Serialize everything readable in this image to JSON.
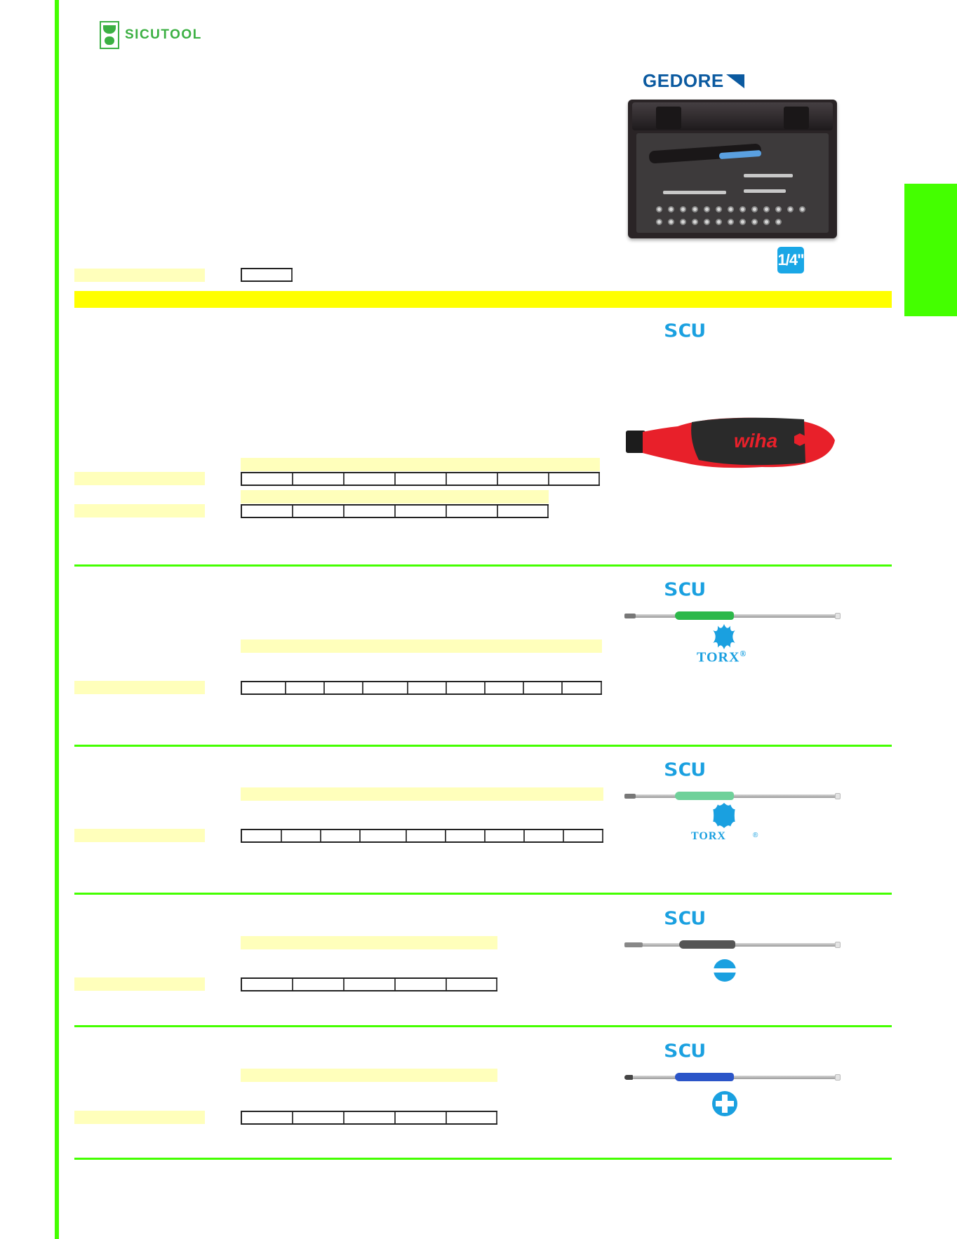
{
  "page": {
    "background": "#ffffff",
    "accent_green": "#44ff00",
    "label_yellow": "#ffffbb",
    "band_yellow": "#ffff00",
    "brand_blue": "#1aa0e0"
  },
  "header": {
    "logo_text": "SICUTOOL"
  },
  "sections": [
    {
      "id": "torque-set",
      "brand": "GEDORE",
      "badge": "1/4\"",
      "image": "torque-wrench-case-icon",
      "tables": [
        {
          "cells": 1
        }
      ]
    },
    {
      "id": "handle",
      "brand": "SCU",
      "image_brand": "wiha",
      "image": "screwdriver-handle-icon",
      "tables": [
        {
          "cells": 7
        },
        {
          "cells": 6
        }
      ]
    },
    {
      "id": "torx-bits",
      "brand": "SCU",
      "bit_color": "#2db84a",
      "drive_label": "TORX",
      "drive_icon": "torx-star-icon",
      "tables": [
        {
          "cells": 9
        }
      ]
    },
    {
      "id": "torx-plus-bits",
      "brand": "SCU",
      "bit_color": "#6fd19a",
      "drive_label": "TORX",
      "drive_icon": "torx-plus-icon",
      "tables": [
        {
          "cells": 9
        }
      ]
    },
    {
      "id": "slotted-bits",
      "brand": "SCU",
      "bit_color": "#555555",
      "drive_icon": "slotted-icon",
      "tables": [
        {
          "cells": 5
        }
      ]
    },
    {
      "id": "phillips-bits",
      "brand": "SCU",
      "bit_color": "#2b55c8",
      "drive_icon": "phillips-icon",
      "tables": [
        {
          "cells": 5
        }
      ]
    }
  ],
  "logos": {
    "gedore": "GEDORE",
    "scu": "SCU",
    "wiha": "wiha",
    "torx": "TORX",
    "registered": "®",
    "quarter_inch": "1/4\""
  }
}
